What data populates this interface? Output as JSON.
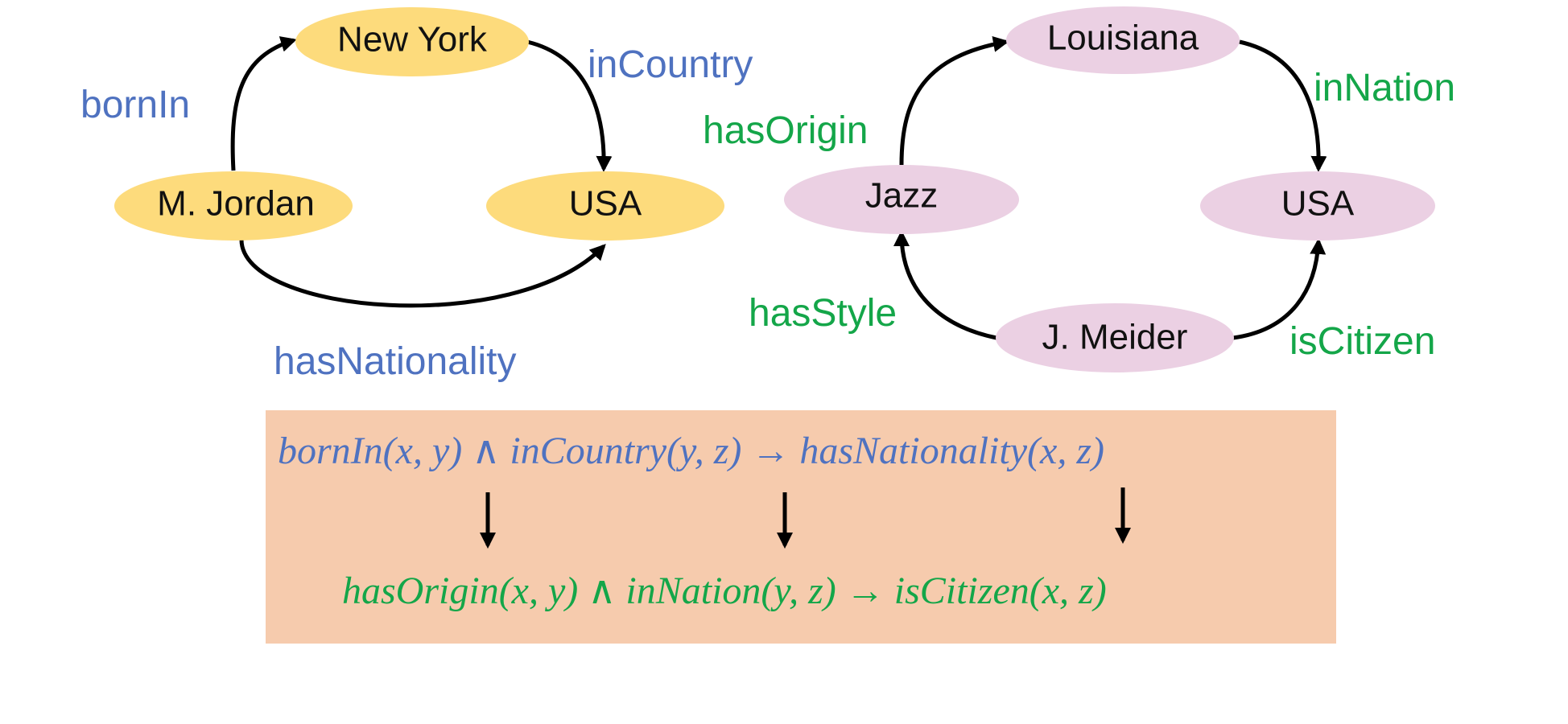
{
  "colors": {
    "blue": "#4f72c0",
    "green": "#14a649",
    "yellow_node": "#fddb7c",
    "pink_node": "#ebd0e3",
    "rule_box": "#f6cbad",
    "arrow": "#000000"
  },
  "left_graph": {
    "nodes": {
      "new_york": "New York",
      "m_jordan": "M. Jordan",
      "usa": "USA"
    },
    "edges": {
      "born_in": "bornIn",
      "in_country": "inCountry",
      "has_nationality": "hasNationality"
    }
  },
  "right_graph": {
    "nodes": {
      "louisiana": "Louisiana",
      "jazz": "Jazz",
      "usa": "USA",
      "j_meider": "J. Meider"
    },
    "edges": {
      "has_origin": "hasOrigin",
      "in_nation": "inNation",
      "has_style": "hasStyle",
      "is_citizen": "isCitizen"
    }
  },
  "rules": {
    "source_rule": "bornIn(x, y) ∧ inCountry(y, z) → hasNationality(x, z)",
    "target_rule": "hasOrigin(x, y) ∧ inNation(y, z) → isCitizen(x, z)"
  }
}
